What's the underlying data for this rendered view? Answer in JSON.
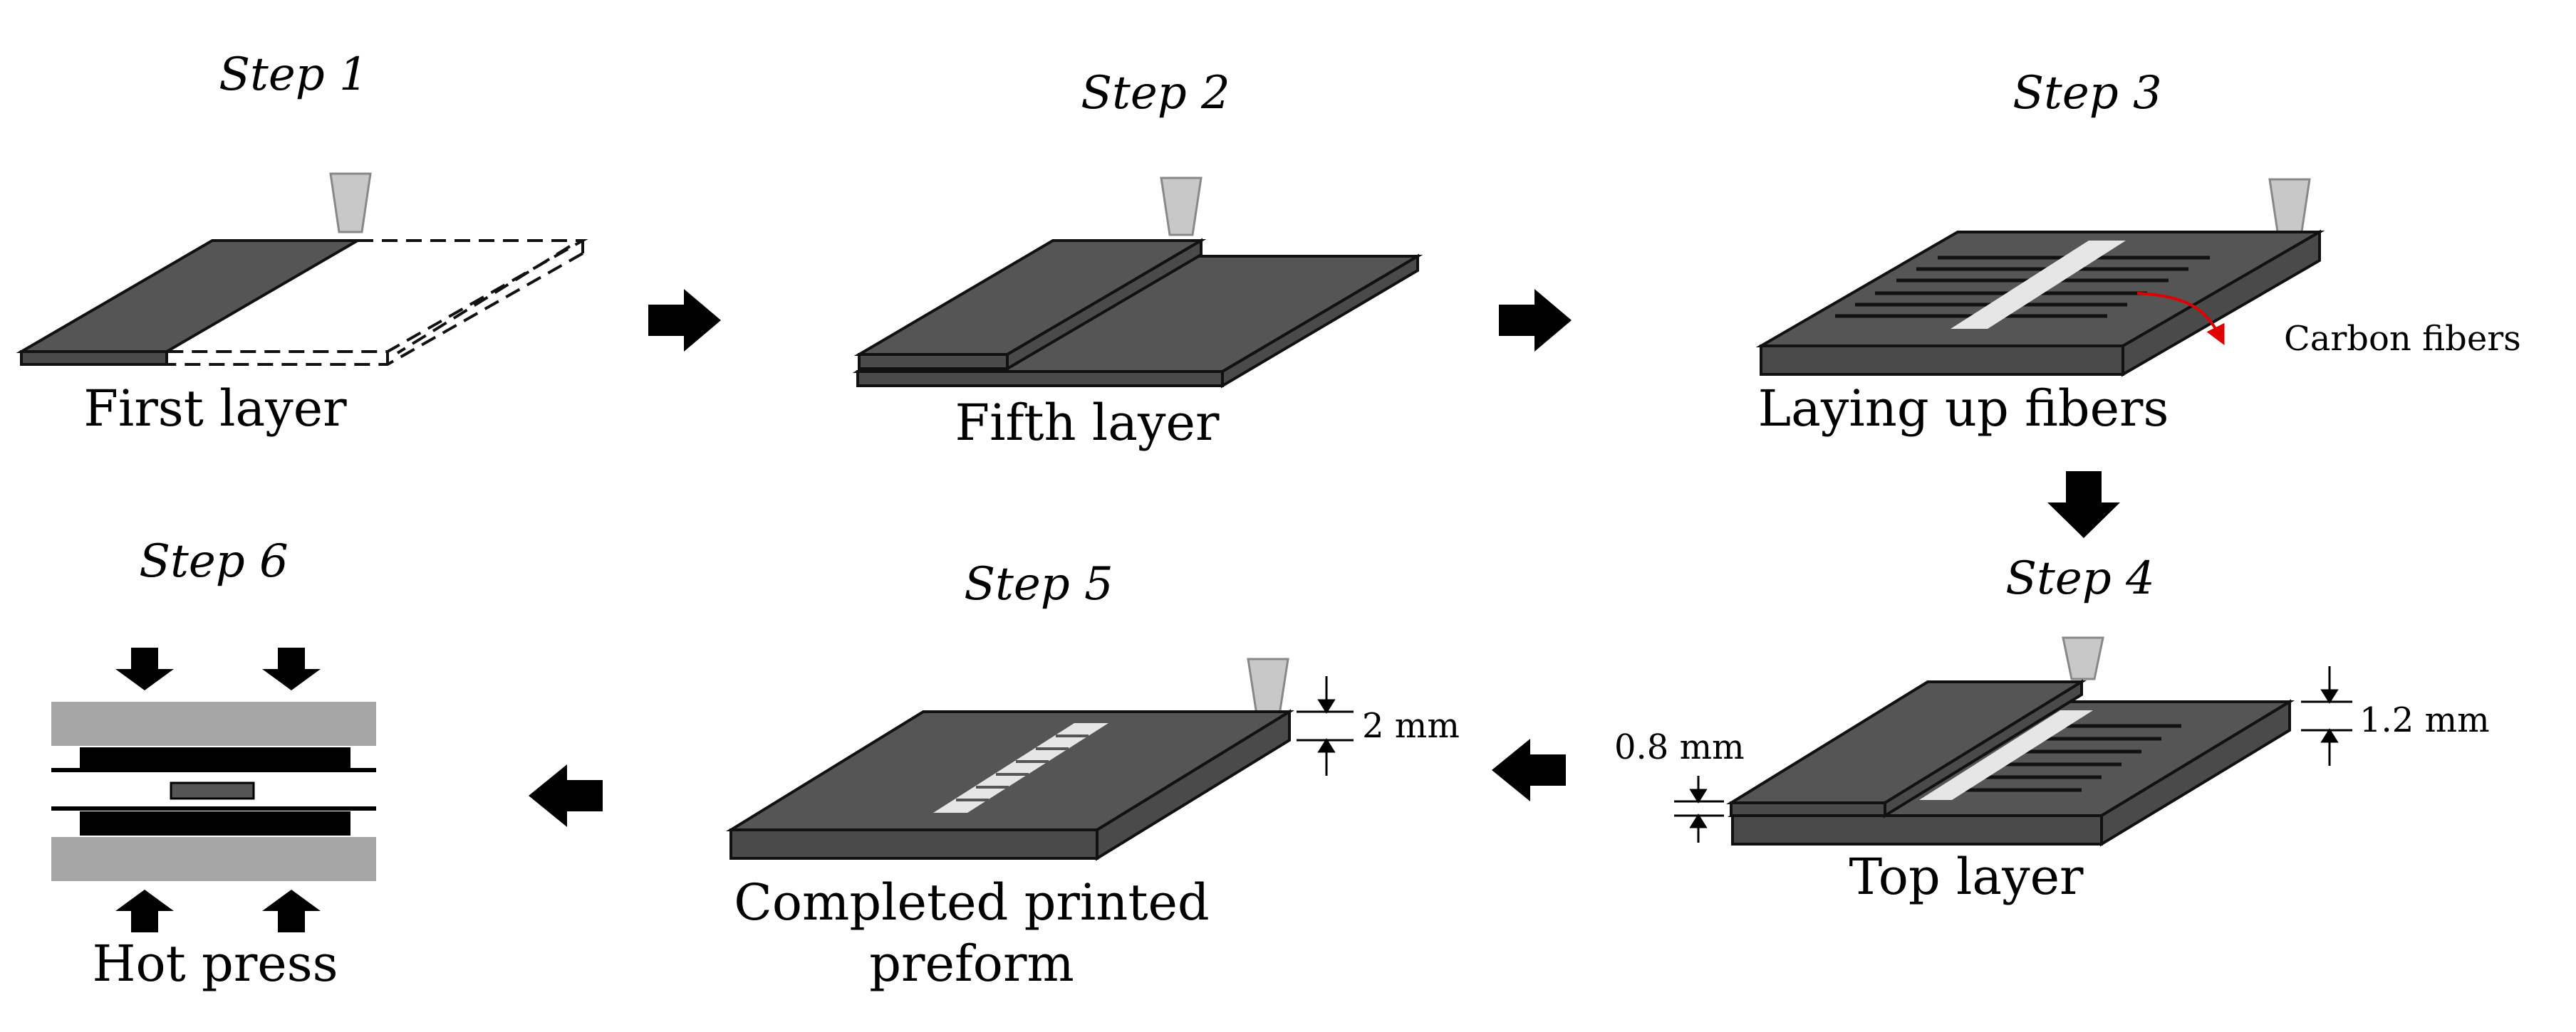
{
  "steps": {
    "s1": "Step 1",
    "s2": "Step 2",
    "s3": "Step 3",
    "s4": "Step 4",
    "s5": "Step 5",
    "s6": "Step 6"
  },
  "captions": {
    "first_layer": "First layer",
    "fifth_layer": "Fifth layer",
    "laying_up": "Laying up fibers",
    "top_layer": "Top layer",
    "completed_line1": "Completed  printed",
    "completed_line2": "preform",
    "hot_press": "Hot press"
  },
  "annotations": {
    "carbon_fibers": "Carbon fibers",
    "dim_2mm": "2 mm",
    "dim_08mm": "0.8 mm",
    "dim_12mm": "1.2 mm"
  },
  "colors": {
    "plate": "#555555",
    "plate_side": "#4a4a4a",
    "nozzle": "#c8c8c8",
    "fiber_strip": "#e6e6e6",
    "press_plate": "#a6a6a6",
    "leader_arrow": "#e00000"
  }
}
